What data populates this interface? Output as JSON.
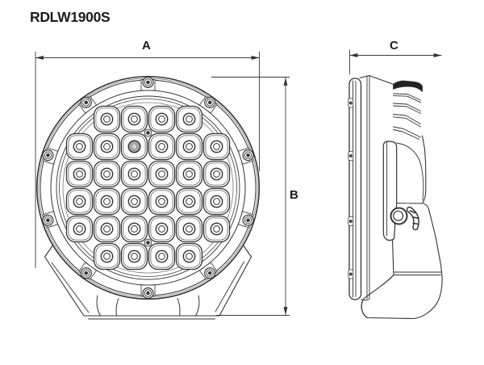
{
  "title": "RDLW1900S",
  "dimensions": {
    "width_label": "A",
    "height_label": "B",
    "depth_label": "C"
  },
  "front_view": {
    "description": "front view of round LED driving light",
    "led_count": 32,
    "led_rows": [
      4,
      6,
      6,
      6,
      6,
      4
    ],
    "bezel_screw_count": 10
  },
  "side_view": {
    "description": "side profile with heat-sink fins and mounting bracket",
    "features": [
      "heat-sink-fins",
      "pivot-bolt",
      "adjustment-slot",
      "mounting-foot"
    ]
  },
  "colors": {
    "background": "#ffffff",
    "line": "#333333",
    "dark_fill": "#222222"
  }
}
